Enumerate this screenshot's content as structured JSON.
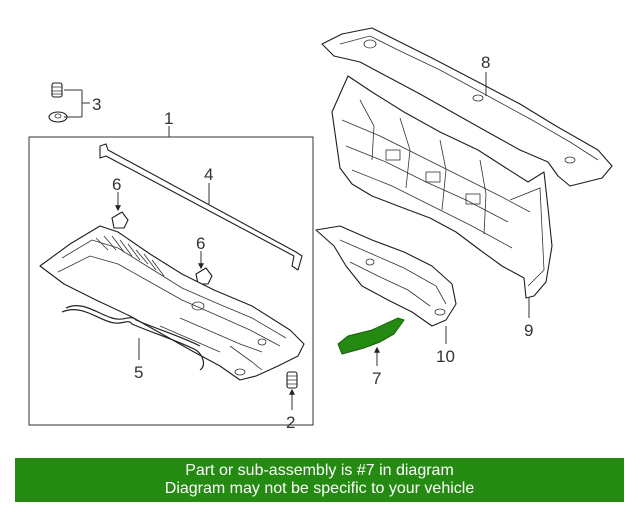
{
  "colors": {
    "highlight": "#248a12",
    "banner_bg": "#248a12",
    "banner_text": "#ffffff",
    "line": "#222222"
  },
  "callouts": {
    "c1": "1",
    "c2": "2",
    "c3": "3",
    "c4": "4",
    "c5": "5",
    "c6a": "6",
    "c6b": "6",
    "c7": "7",
    "c8": "8",
    "c9": "9",
    "c10": "10"
  },
  "highlighted_part": "7",
  "banner": {
    "line1": "Part or sub-assembly is #7 in diagram",
    "line2": "Diagram may not be specific to your vehicle"
  }
}
